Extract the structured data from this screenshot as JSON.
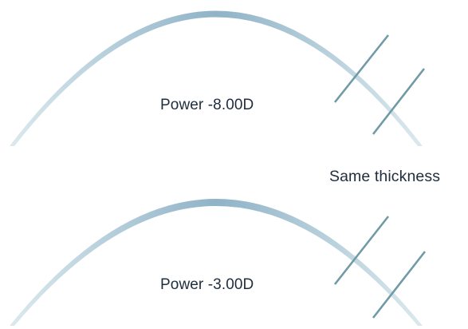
{
  "colors": {
    "lens_light": "#dbe9ee",
    "lens_mid": "#b7d0dc",
    "lens_dark": "#8fb3c7",
    "cut_lines": "#6f9aa6",
    "text": "#1f2d3d",
    "background": "#ffffff"
  },
  "diagram": {
    "top_lens": {
      "label": "Power -8.00D"
    },
    "bottom_lens": {
      "label": "Power -3.00D"
    },
    "comparison_label": "Same thickness"
  }
}
